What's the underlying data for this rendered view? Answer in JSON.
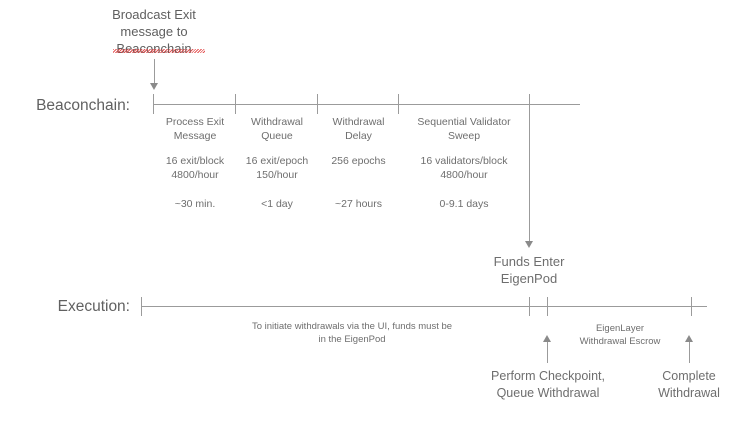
{
  "diagram": {
    "title_note": {
      "text": "Broadcast Exit\nmessage to\nBeaconchain",
      "misspelled_word": "Beaconchain"
    },
    "lanes": [
      {
        "id": "beaconchain",
        "label": "Beaconchain:"
      },
      {
        "id": "execution",
        "label": "Execution:"
      }
    ],
    "beaconchain_phases": [
      {
        "title": "Process Exit\nMessage",
        "rate": "16 exit/block\n4800/hour",
        "duration": "~30 min."
      },
      {
        "title": "Withdrawal\nQueue",
        "rate": "16 exit/epoch\n150/hour",
        "duration": "<1 day"
      },
      {
        "title": "Withdrawal\nDelay",
        "rate": "256 epochs",
        "duration": "~27 hours"
      },
      {
        "title": "Sequential Validator\nSweep",
        "rate": "16 validators/block\n4800/hour",
        "duration": "0-9.1 days"
      }
    ],
    "funds_enter": "Funds Enter\nEigenPod",
    "execution_note": "To initiate withdrawals via the UI, funds must be\nin the EigenPod",
    "escrow_label": "EigenLayer\nWithdrawal Escrow",
    "execution_events": [
      {
        "label": "Perform Checkpoint,\nQueue Withdrawal"
      },
      {
        "label": "Complete\nWithdrawal"
      }
    ],
    "colors": {
      "line": "#9b9b9b",
      "text": "#6e6e6e",
      "lane_text": "#616161",
      "spellcheck": "#e03a3a",
      "background": "#ffffff"
    }
  }
}
